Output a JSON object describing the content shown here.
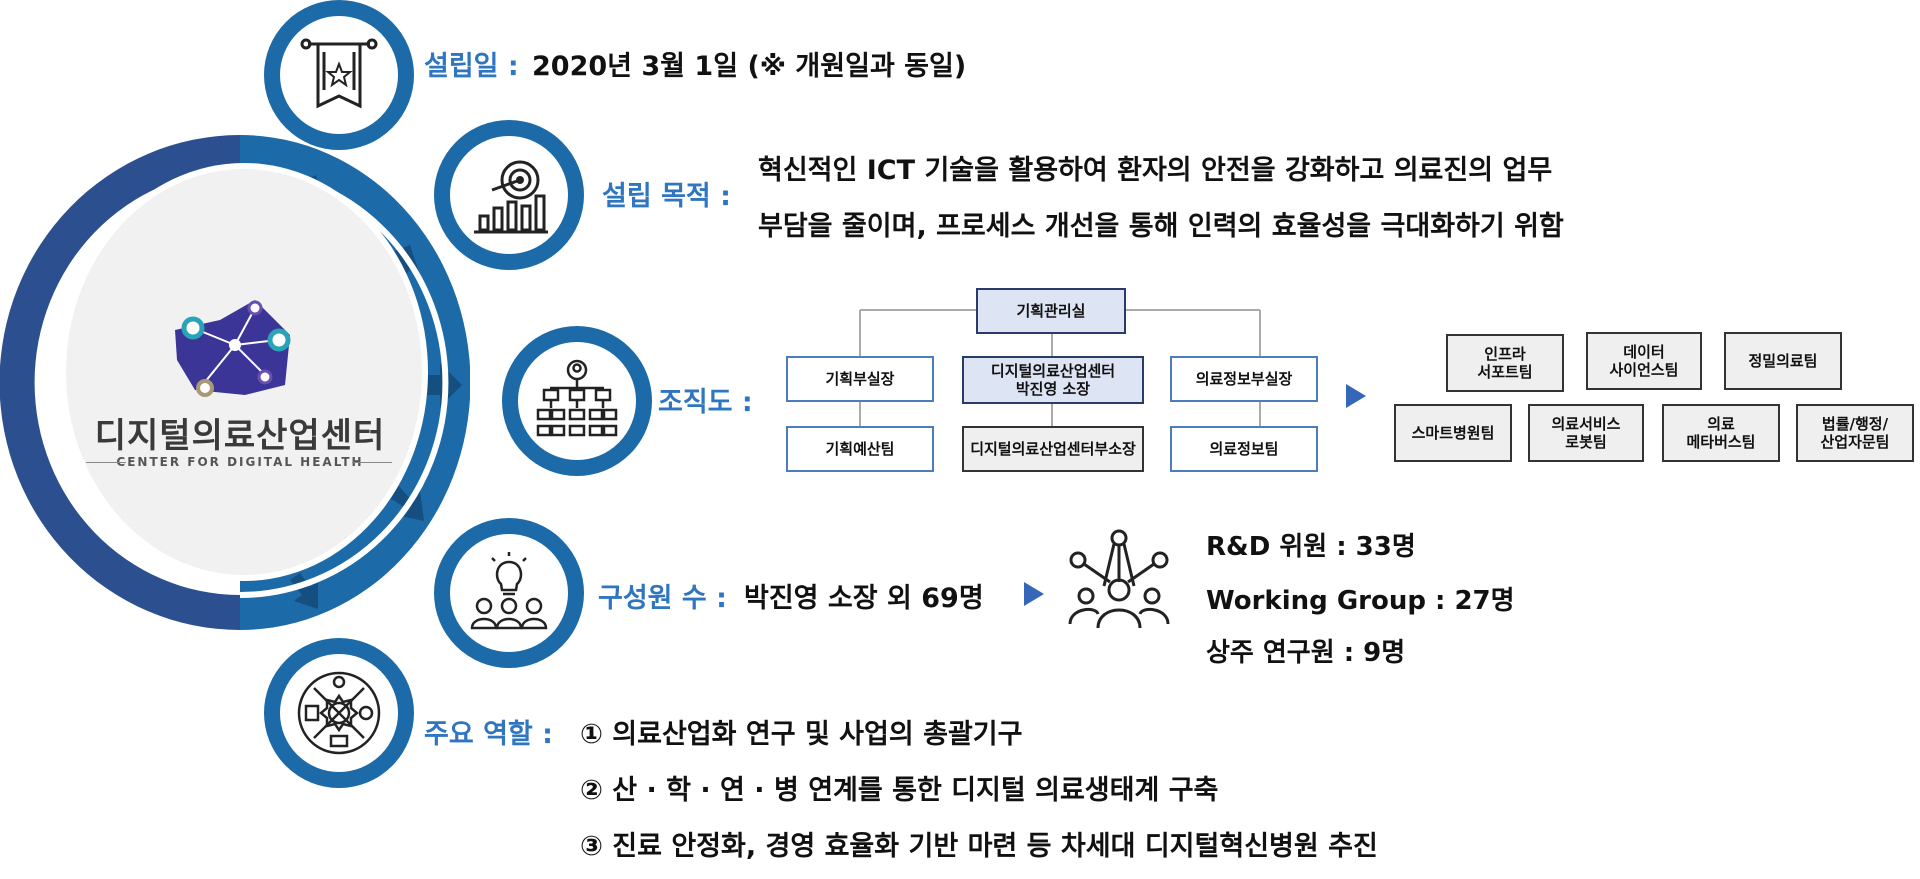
{
  "logo": {
    "title": "디지털의료산업센터",
    "subtitle": "CENTER FOR DIGITAL HEALTH"
  },
  "founding": {
    "label": "설립일 :",
    "value": "2020년 3월 1일 (※ 개원일과 동일)"
  },
  "purpose": {
    "label": "설립 목적 :",
    "line1": "혁신적인 ICT 기술을 활용하여 환자의 안전을 강화하고 의료진의 업무",
    "line2": "부담을 줄이며, 프로세스 개선을 통해 인력의 효율성을 극대화하기 위함"
  },
  "org": {
    "label": "조직도 :",
    "top": "기획관리실",
    "left1": "기획부실장",
    "left2": "기획예산팀",
    "center1": "디지털의료산업센터\n박진영 소장",
    "center2": "디지털의료산업센터부소장",
    "right1": "의료정보부실장",
    "right2": "의료정보팀",
    "teams_row1": [
      "인프라\n서포트팀",
      "데이터\n사이언스팀",
      "정밀의료팀"
    ],
    "teams_row2": [
      "스마트병원팀",
      "의료서비스\n로봇팀",
      "의료\n메타버스팀",
      "법률/행정/\n산업자문팀"
    ]
  },
  "members": {
    "label": "구성원 수 :",
    "value": "박진영 소장 외 69명",
    "stats": [
      "R&D 위원 : 33명",
      "Working Group : 27명",
      "상주 연구원 :  9명"
    ]
  },
  "roles": {
    "label": "주요 역할 :",
    "items": [
      "① 의료산업화 연구 및 사업의 총괄기구",
      "② 산 · 학 · 연 · 병 연계를 통한 디지털 의료생태계 구축",
      "③ 진료 안정화, 경영 효율화 기반 마련 등 차세대 디지털혁신병원 추진"
    ]
  },
  "colors": {
    "ring_blue": "#1c6aa7",
    "ring_navy": "#2b4f8f",
    "label_blue": "#2f75c0"
  }
}
